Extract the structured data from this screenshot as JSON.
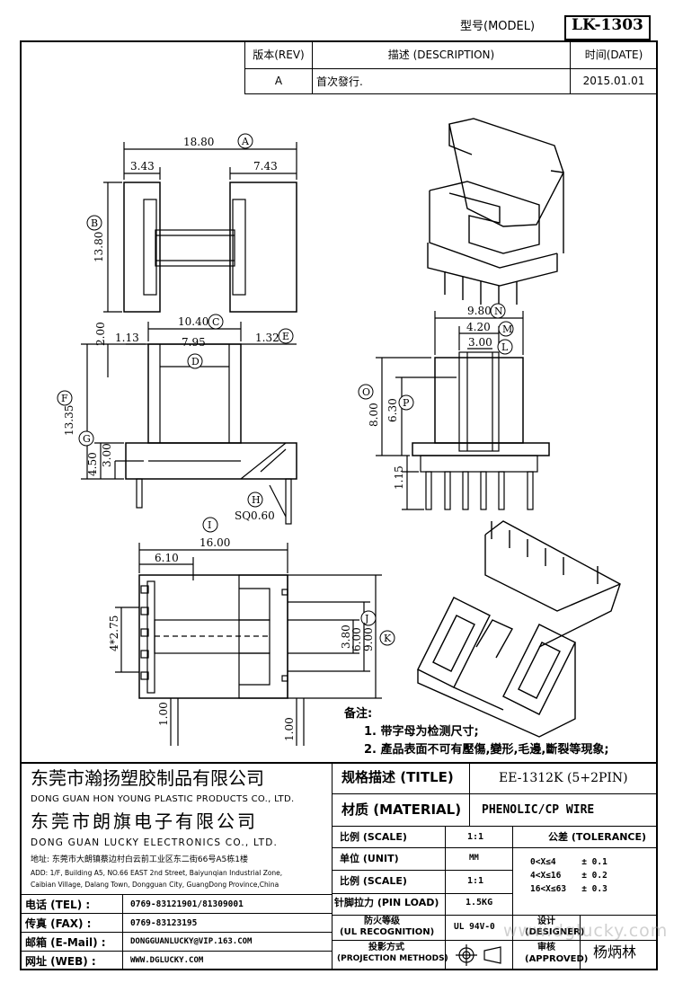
{
  "header": {
    "model_label": "型号(MODEL)",
    "model_value": "LK-1303"
  },
  "revision": {
    "rev_label": "版本(REV)",
    "desc_label": "描述 (DESCRIPTION)",
    "date_label": "时间(DATE)",
    "rev_value": "A",
    "desc_value": "首次發行.",
    "date_value": "2015.01.01"
  },
  "dims": {
    "top": {
      "w_total": "18.80",
      "left": "3.43",
      "right": "7.43",
      "h": "13.80",
      "tag_a": "A",
      "tag_b": "B"
    },
    "front": {
      "w": "10.40",
      "w_in": "7.95",
      "l": "1.13",
      "r": "1.32",
      "h_top": "2.00",
      "h_total": "13.35",
      "h_a": "4.50",
      "h_b": "3.00",
      "sq": "SQ0.60",
      "tag_c": "C",
      "tag_d": "D",
      "tag_e": "E",
      "tag_f": "F",
      "tag_g": "G",
      "tag_h": "H"
    },
    "side": {
      "w": "9.80",
      "w_m": "4.20",
      "w_l": "3.00",
      "h": "8.00",
      "h_p": "6.30",
      "pin": "1.15",
      "tag_n": "N",
      "tag_m": "M",
      "tag_l": "L",
      "tag_o": "O",
      "tag_p": "P"
    },
    "bottom": {
      "w": "16.00",
      "w_p": "6.10",
      "pitch": "4*2.75",
      "h_j": "3.80",
      "h_k": "6.00",
      "h_9": "9.00",
      "e1": "1.00",
      "e2": "1.00",
      "tag_i": "I",
      "tag_j": "J",
      "tag_k": "K"
    }
  },
  "notes": {
    "title": "备注:",
    "line1": "1. 带字母为检测尺寸;",
    "line2": "2. 產品表面不可有壓傷,變形,毛邊,斷裂等現象;"
  },
  "company": {
    "cn1": "东莞市瀚扬塑胶制品有限公司",
    "en1": "DONG GUAN HON YOUNG PLASTIC PRODUCTS CO., LTD.",
    "cn2": "东莞市朗旗电子有限公司",
    "en2": "DONG GUAN LUCKY ELECTRONICS CO., LTD.",
    "addr_cn": "地址: 东莞市大朗镇蔡边村白云前工业区东二街66号A5栋1楼",
    "addr_en1": "ADD: 1/F, Building A5, NO.66 EAST 2nd Street, Baiyunqian Industrial Zone,",
    "addr_en2": "Caibian Village, Dalang Town, Dongguan City, GuangDong Province,China"
  },
  "contacts": [
    {
      "label": "电话 (TEL) :",
      "value": "0769-83121901/81309001"
    },
    {
      "label": "传真 (FAX) :",
      "value": "0769-83123195"
    },
    {
      "label": "邮箱 (E-Mail) :",
      "value": "DONGGUANLUCKY@VIP.163.COM"
    },
    {
      "label": "网址 (WEB) :",
      "value": "WWW.DGLUCKY.COM"
    }
  ],
  "spec": {
    "title_label": "规格描述 (TITLE)",
    "title_value": "EE-1312K (5+2PIN)",
    "material_label": "材质 (MATERIAL)",
    "material_value": "PHENOLIC/CP WIRE",
    "scale_label": "比例 (SCALE)",
    "scale_value": "1:1",
    "tolerance_label": "公差 (TOLERANCE)",
    "unit_label": "单位 (UNIT)",
    "unit_value": "MM",
    "scale2_label": "比例 (SCALE)",
    "scale2_value": "1:1",
    "pinload_label": "针脚拉力 (PIN LOAD)",
    "pinload_value": "1.5KG",
    "fire_label1": "防火等级",
    "fire_label2": "(UL RECOGNITION)",
    "fire_value": "UL 94V-0",
    "proj_label1": "投影方式",
    "proj_label2": "(PROJECTION METHODS)",
    "tol1": "0<X≤4     ± 0.1",
    "tol2": "4<X≤16    ± 0.2",
    "tol3": "16<X≤63   ± 0.3",
    "designer_label1": "设计",
    "designer_label2": "(DESIGNER)",
    "approved_label1": "审核",
    "approved_label2": "(APPROVED)",
    "approver_name": "杨炳林"
  },
  "watermark": "www.dglucky.com"
}
